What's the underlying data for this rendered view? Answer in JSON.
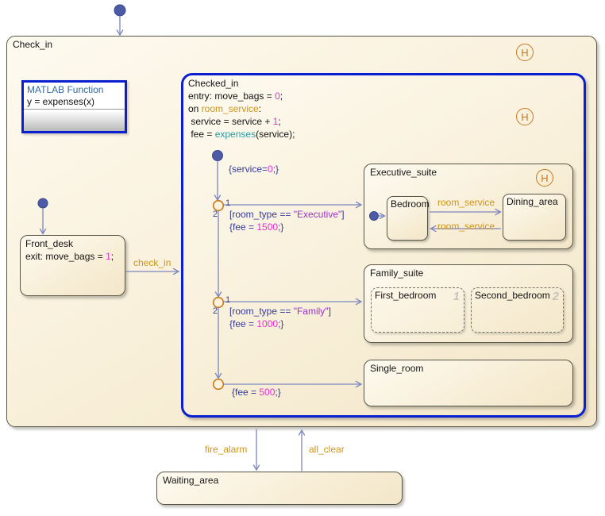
{
  "history_label": "H",
  "check_in": {
    "label": "Check_in"
  },
  "matlab_fn": {
    "title": "MATLAB Function",
    "signature": "y = expenses(x)"
  },
  "front_desk": {
    "label": "Front_desk",
    "exit": {
      "pre": "exit: move_bags = ",
      "num": "1",
      "post": ";"
    }
  },
  "checked_in": {
    "label": "Checked_in",
    "entry": {
      "pre": "entry: move_bags = ",
      "num": "0",
      "post": ";"
    },
    "on": {
      "pre": "on ",
      "event": "room_service",
      "post": ":"
    },
    "svc": {
      "pre": " service = service + ",
      "num": "1",
      "post": ";"
    },
    "fee": {
      "pre": " fee = ",
      "fn": "expenses",
      "post": "(service);"
    }
  },
  "executive_suite": {
    "label": "Executive_suite"
  },
  "bedroom": {
    "label": "Bedroom"
  },
  "dining_area": {
    "label": "Dining_area"
  },
  "family_suite": {
    "label": "Family_suite"
  },
  "first_bedroom": {
    "label": "First_bedroom",
    "order": "1"
  },
  "second_bedroom": {
    "label": "Second_bedroom",
    "order": "2"
  },
  "single_room": {
    "label": "Single_room"
  },
  "waiting_area": {
    "label": "Waiting_area"
  },
  "transitions": {
    "check_in": "check_in",
    "room_service_to_dining": "room_service",
    "room_service_to_bedroom": "room_service",
    "fire_alarm": "fire_alarm",
    "all_clear": "all_clear",
    "init": {
      "pre": "{service=",
      "num": "0",
      "post": ";}"
    },
    "exec_cond": {
      "pre": "[room_type == ",
      "str": "\"Executive\"",
      "post": "]"
    },
    "exec_fee": {
      "pre": "{fee = ",
      "num": "1500",
      "post": ";}"
    },
    "family_cond": {
      "pre": "[room_type == ",
      "str": "\"Family\"",
      "post": "]"
    },
    "family_fee": {
      "pre": "{fee = ",
      "num": "1000",
      "post": ";}"
    },
    "single_fee": {
      "pre": "{fee = ",
      "num": "500",
      "post": ";}"
    },
    "j1_port1": "1",
    "j1_port2": "2",
    "j2_port1": "1",
    "j2_port2": "2"
  },
  "colors": {
    "selection_blue": "#0a1fd0",
    "junction_orange": "#c9781e",
    "event_orange": "#cf9418",
    "code_navy": "#33399c",
    "number_magenta": "#e62ed6",
    "string_purple": "#9a30cf",
    "function_teal": "#2b9aa0",
    "transition_slate": "#7b86c0",
    "state_fill": "#f8efd8",
    "state_border": "#575547"
  }
}
